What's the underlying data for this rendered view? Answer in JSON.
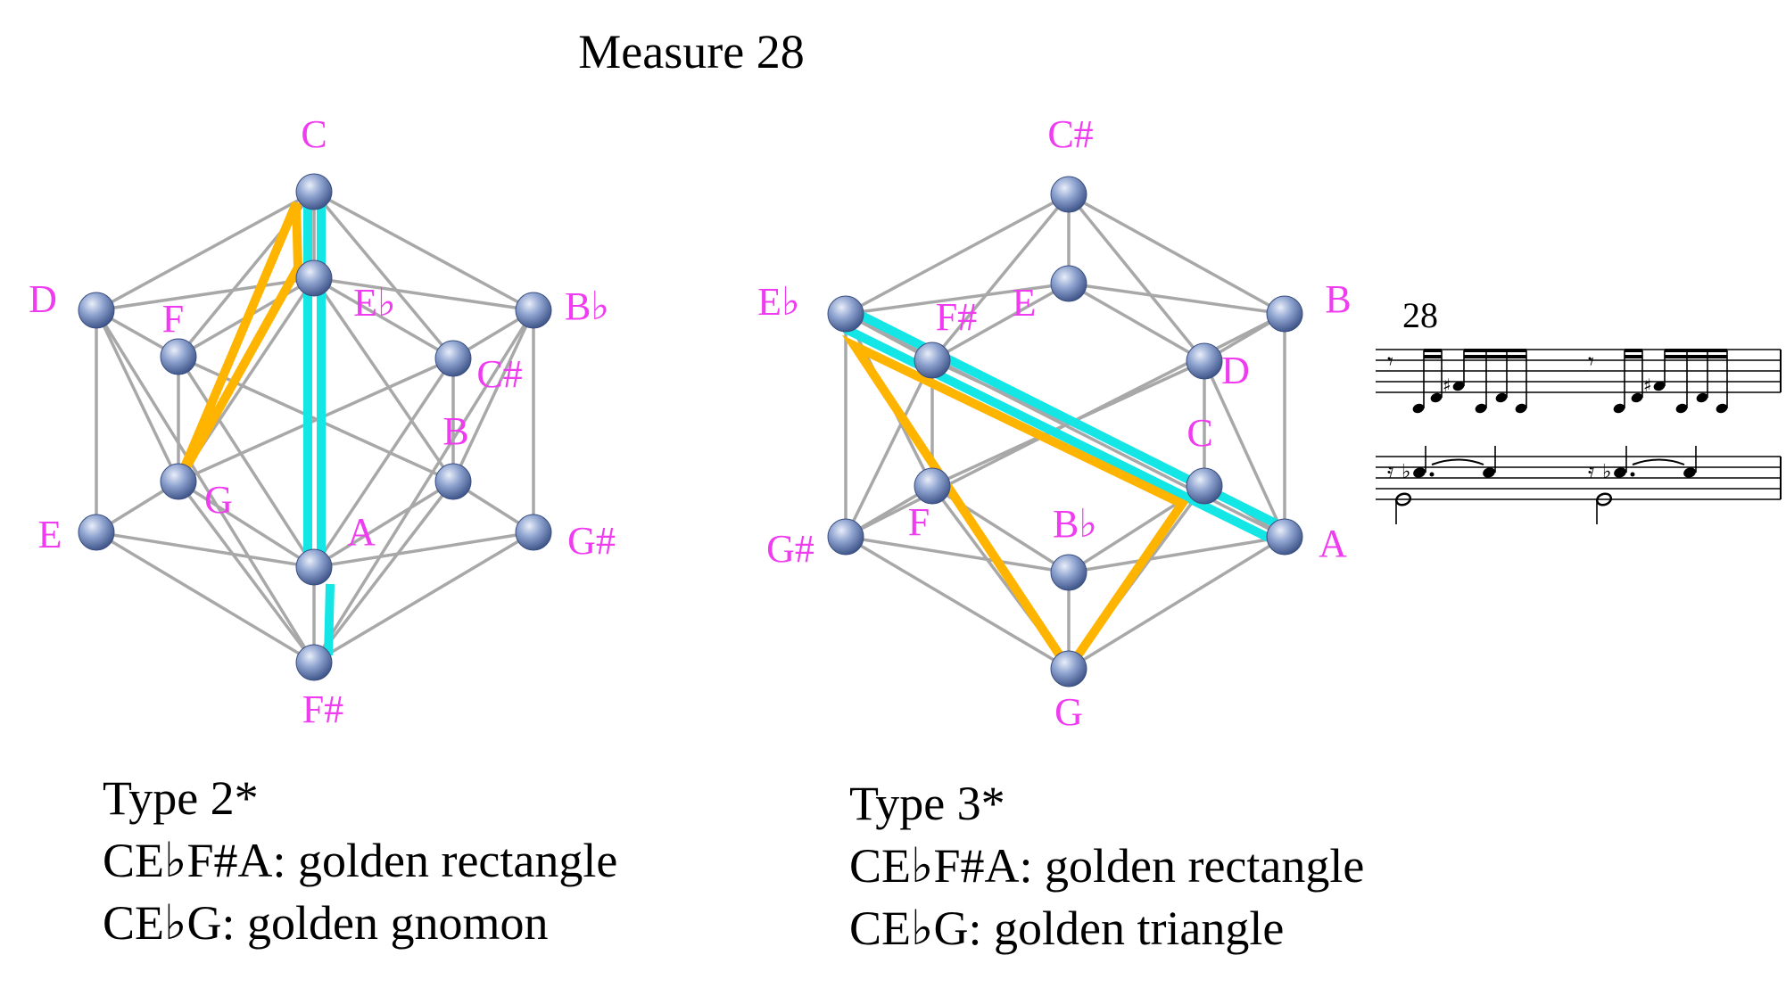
{
  "title": "Measure 28",
  "colors": {
    "label": "#f03cf0",
    "edge": "#a8a8a8",
    "rectangle": "#14e6e6",
    "triangle": "#ffb400",
    "node": "#6a84b8"
  },
  "diagrams": [
    {
      "id": "type2",
      "nodes": [
        "C",
        "E♭",
        "D",
        "F",
        "B♭",
        "C#",
        "B",
        "G",
        "E",
        "G#",
        "A",
        "F#"
      ],
      "caption": [
        "Type 2*",
        "CE♭F#A: golden rectangle",
        "CE♭G: golden gnomon"
      ],
      "rectangle": "CE♭F#A",
      "triangle": "CE♭G",
      "triangle_type": "golden gnomon"
    },
    {
      "id": "type3",
      "nodes": [
        "C#",
        "E",
        "E♭",
        "F#",
        "B",
        "D",
        "C",
        "F",
        "G#",
        "B♭",
        "A",
        "G"
      ],
      "caption": [
        "Type 3*",
        "CE♭F#A: golden rectangle",
        "CE♭G: golden triangle"
      ],
      "rectangle": "CE♭F#A",
      "triangle": "CE♭G",
      "triangle_type": "golden triangle"
    }
  ],
  "score": {
    "measure_number": "28",
    "upper_voice": [
      "eighth rest",
      "A",
      "C",
      "F#",
      "A",
      "C",
      "A",
      "eighth rest",
      "A",
      "C",
      "F#",
      "A",
      "C",
      "A"
    ],
    "lower_voice": [
      "sixteenth rest",
      "E♭",
      "E♭",
      "G",
      "sixteenth rest",
      "E♭",
      "E♭",
      "G"
    ]
  }
}
